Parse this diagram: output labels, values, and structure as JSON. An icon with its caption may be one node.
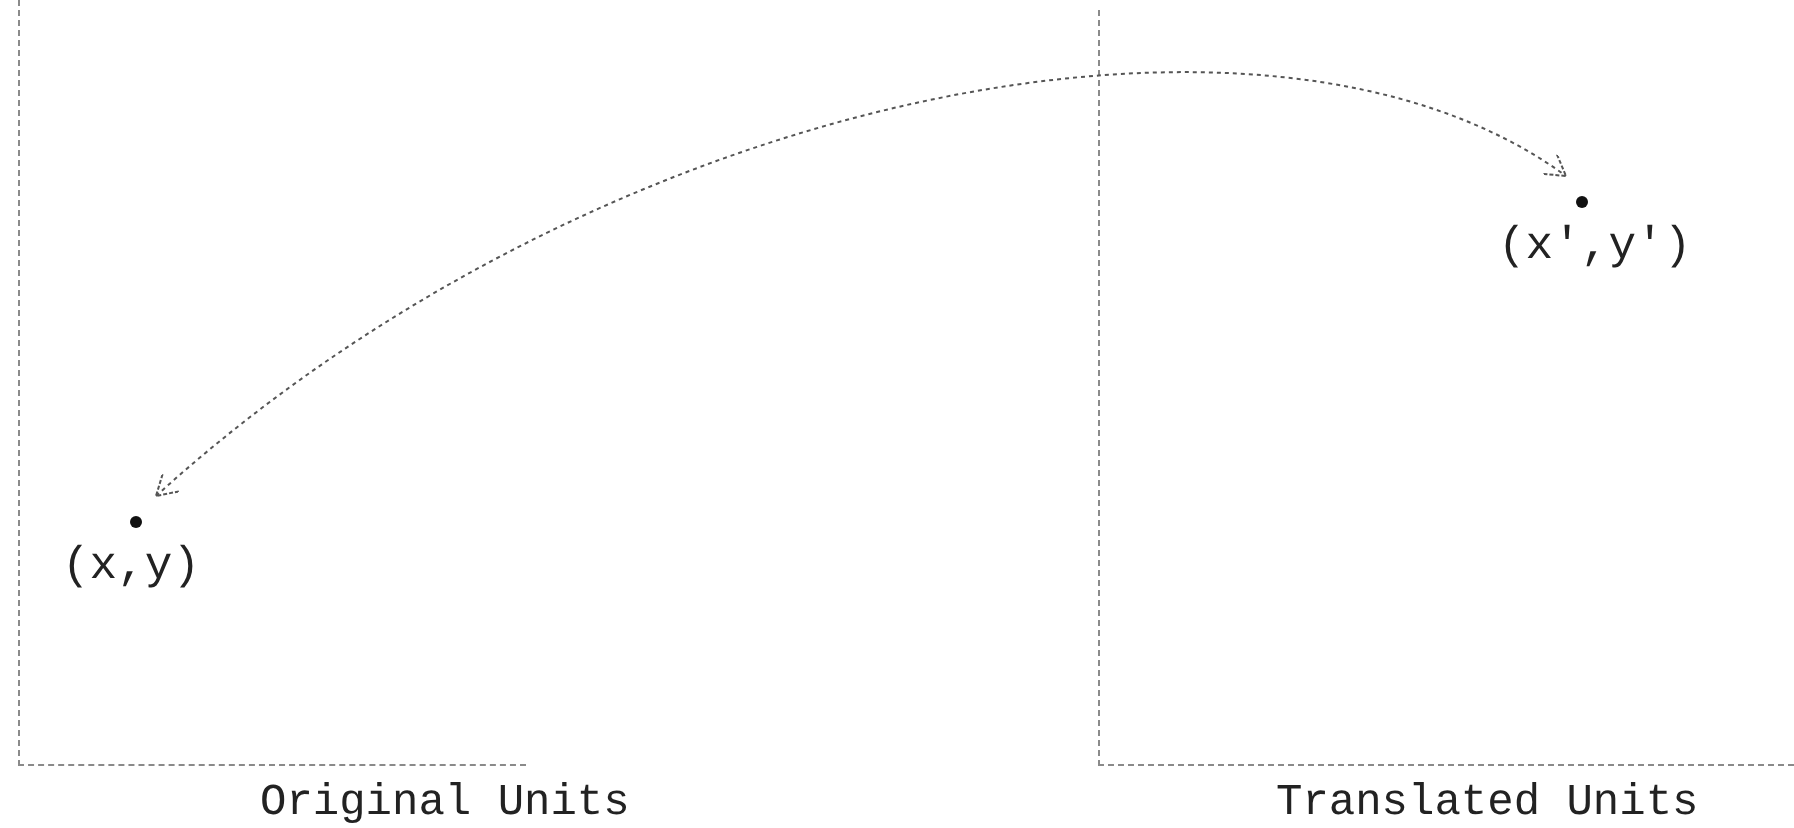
{
  "diagram": {
    "nodes": [
      {
        "text": [
          "Original Units"
        ]
      },
      {
        "text": [
          "(x,y)"
        ],
        "in": 0
      },
      {
        "text": [
          "Translated Units"
        ]
      },
      {
        "text": [
          "(x',y')"
        ],
        "in": 2
      }
    ],
    "edges": [
      {
        "from": 1,
        "to": 3,
        "arrow": "both",
        "style": "dashed"
      }
    ]
  }
}
